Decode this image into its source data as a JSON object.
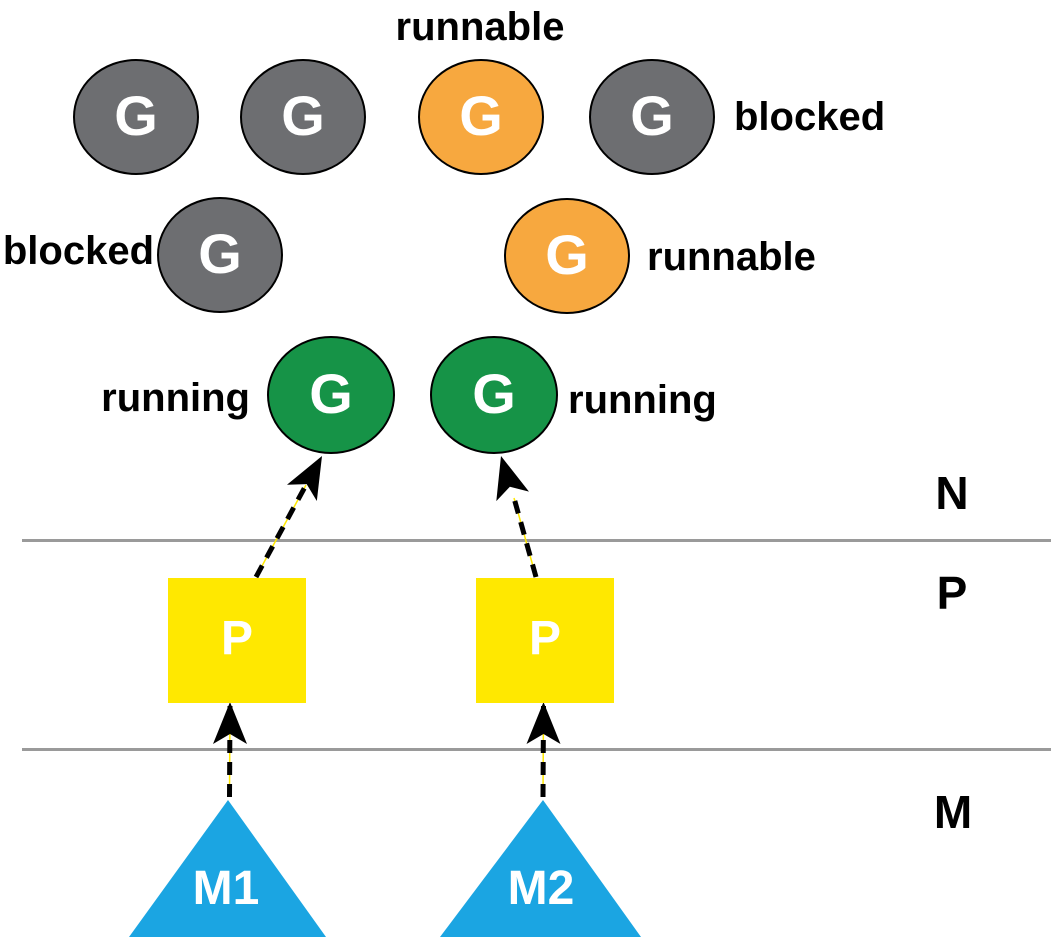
{
  "diagram": {
    "name": "go-gmp-scheduler-diagram",
    "colors": {
      "blocked": "#6D6E71",
      "runnable": "#F7A83F",
      "running": "#169347",
      "processor": "#FFE800",
      "machine": "#1BA5E2",
      "layer_line": "#9A9A9A",
      "arrow": "#000000",
      "arrow_underline": "#FFE800",
      "node_outline": "#000000",
      "text_on_node": "#FFFFFF",
      "text_label": "#000000"
    },
    "goroutines": [
      {
        "label": "G",
        "state": "blocked"
      },
      {
        "label": "G",
        "state": "blocked"
      },
      {
        "label": "G",
        "state": "runnable"
      },
      {
        "label": "G",
        "state": "blocked"
      },
      {
        "label": "G",
        "state": "blocked"
      },
      {
        "label": "G",
        "state": "runnable"
      },
      {
        "label": "G",
        "state": "running"
      },
      {
        "label": "G",
        "state": "running"
      }
    ],
    "captions": {
      "runnable_top": "runnable",
      "blocked_row1": "blocked",
      "blocked_row2": "blocked",
      "runnable_row2": "runnable",
      "running_left": "running",
      "running_right": "running"
    },
    "processors": [
      {
        "label": "P"
      },
      {
        "label": "P"
      }
    ],
    "machines": [
      {
        "label": "M1"
      },
      {
        "label": "M2"
      }
    ],
    "layers": {
      "goroutine_layer": "N",
      "processor_layer": "P",
      "machine_layer": "M"
    }
  }
}
